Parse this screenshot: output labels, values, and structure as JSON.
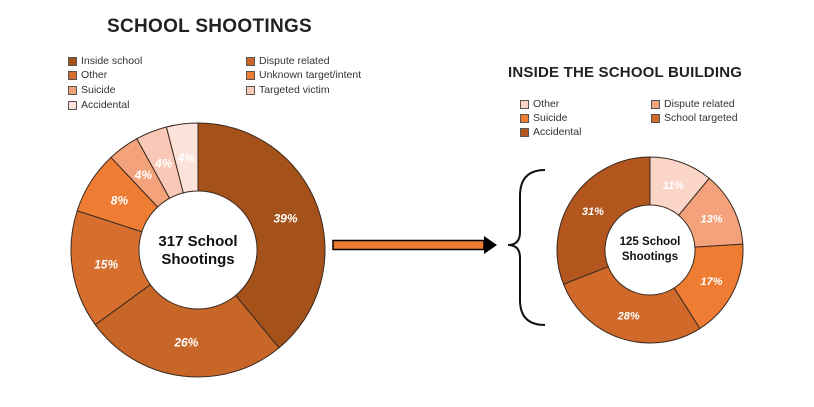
{
  "chart_data": [
    {
      "type": "pie",
      "title": "SCHOOL SHOOTINGS",
      "center_label": [
        "317 School",
        "Shootings"
      ],
      "legend": [
        {
          "label": "Inside school",
          "color": "#a5511a"
        },
        {
          "label": "Dispute related",
          "color": "#c86628"
        },
        {
          "label": "Other",
          "color": "#d66f2e"
        },
        {
          "label": "Unknown target/intent",
          "color": "#ee7c33"
        },
        {
          "label": "Suicide",
          "color": "#f3a27c"
        },
        {
          "label": "Targeted victim",
          "color": "#f9c8b6"
        },
        {
          "label": "Accidental",
          "color": "#fde2da"
        }
      ],
      "slices": [
        {
          "label": "Inside school",
          "value": 39,
          "display": "39%",
          "color": "#a5511a"
        },
        {
          "label": "Dispute related",
          "value": 26,
          "display": "26%",
          "color": "#c86628"
        },
        {
          "label": "Other",
          "value": 15,
          "display": "15%",
          "color": "#d66f2e"
        },
        {
          "label": "Unknown target/intent",
          "value": 8,
          "display": "8%",
          "color": "#ee7c33"
        },
        {
          "label": "Suicide",
          "value": 4,
          "display": "4%",
          "color": "#f3a27c"
        },
        {
          "label": "Targeted victim",
          "value": 4,
          "display": "4%",
          "color": "#f9c8b6"
        },
        {
          "label": "Accidental",
          "value": 4,
          "display": "4%",
          "color": "#fde2da"
        }
      ]
    },
    {
      "type": "pie",
      "title": "INSIDE THE SCHOOL BUILDING",
      "center_label": [
        "125 School",
        "Shootings"
      ],
      "legend": [
        {
          "label": "Other",
          "color": "#fbd6c8"
        },
        {
          "label": "Dispute related",
          "color": "#f3a27c"
        },
        {
          "label": "Suicide",
          "color": "#ee7c33"
        },
        {
          "label": "School targeted",
          "color": "#d0692a"
        },
        {
          "label": "Accidental",
          "color": "#b2561e"
        }
      ],
      "slices": [
        {
          "label": "Other",
          "value": 11,
          "display": "11%",
          "color": "#fbd6c8"
        },
        {
          "label": "Dispute related",
          "value": 13,
          "display": "13%",
          "color": "#f3a27c"
        },
        {
          "label": "Suicide",
          "value": 17,
          "display": "17%",
          "color": "#ee7c33"
        },
        {
          "label": "School targeted",
          "value": 28,
          "display": "28%",
          "color": "#d0692a"
        },
        {
          "label": "Accidental",
          "value": 31,
          "display": "31%",
          "color": "#b2561e"
        }
      ]
    }
  ]
}
